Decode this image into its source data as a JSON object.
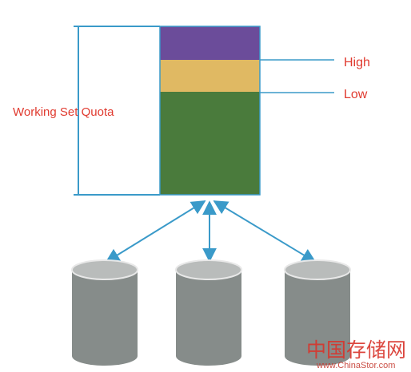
{
  "labels": {
    "quota": "Working Set Quota",
    "high": "High",
    "low": "Low"
  },
  "watermark": {
    "cn": "中国存储网",
    "url": "www.ChinaStor.com"
  },
  "colors": {
    "high_band": "#6b4c9a",
    "low_band": "#e0b963",
    "working_set": "#4a7b3c",
    "line": "#3a9ac9",
    "label_text": "#e03a2f",
    "cylinder_body": "#868c8a",
    "cylinder_top": "#b9bcbb",
    "cylinder_rim": "#e8e8e8",
    "watermark_cn": "#d9342b",
    "watermark_url": "#c53a30"
  }
}
